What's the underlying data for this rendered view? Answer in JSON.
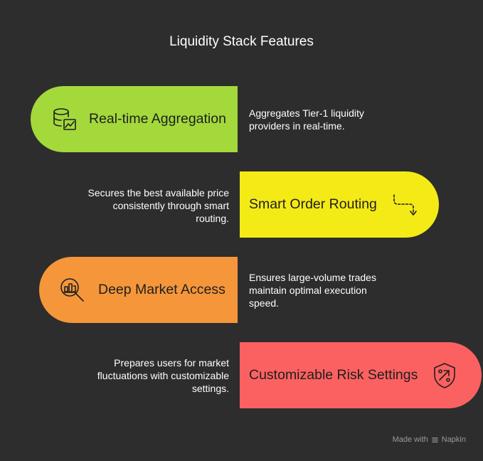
{
  "title": "Liquidity Stack Features",
  "features": [
    {
      "label": "Real-time Aggregation",
      "icon": "database-chart-icon",
      "color": "#a3d93b",
      "description": [
        "Aggregates Tier-1 liquidity",
        "providers in real-time."
      ]
    },
    {
      "label": "Smart Order Routing",
      "icon": "routing-arrow-icon",
      "color": "#f4ea16",
      "description": [
        "Secures the best available price",
        "consistently through smart",
        "routing."
      ]
    },
    {
      "label": "Deep Market Access",
      "icon": "market-search-icon",
      "color": "#f5963a",
      "description": [
        "Ensures large-volume trades",
        "maintain optimal execution",
        "speed."
      ]
    },
    {
      "label": "Customizable Risk Settings",
      "icon": "risk-settings-icon",
      "color": "#fb6161",
      "description": [
        "Prepares users for market",
        "fluctuations with customizable",
        "settings."
      ]
    }
  ],
  "footer": {
    "made_with": "Made with",
    "brand": "Napkin"
  }
}
